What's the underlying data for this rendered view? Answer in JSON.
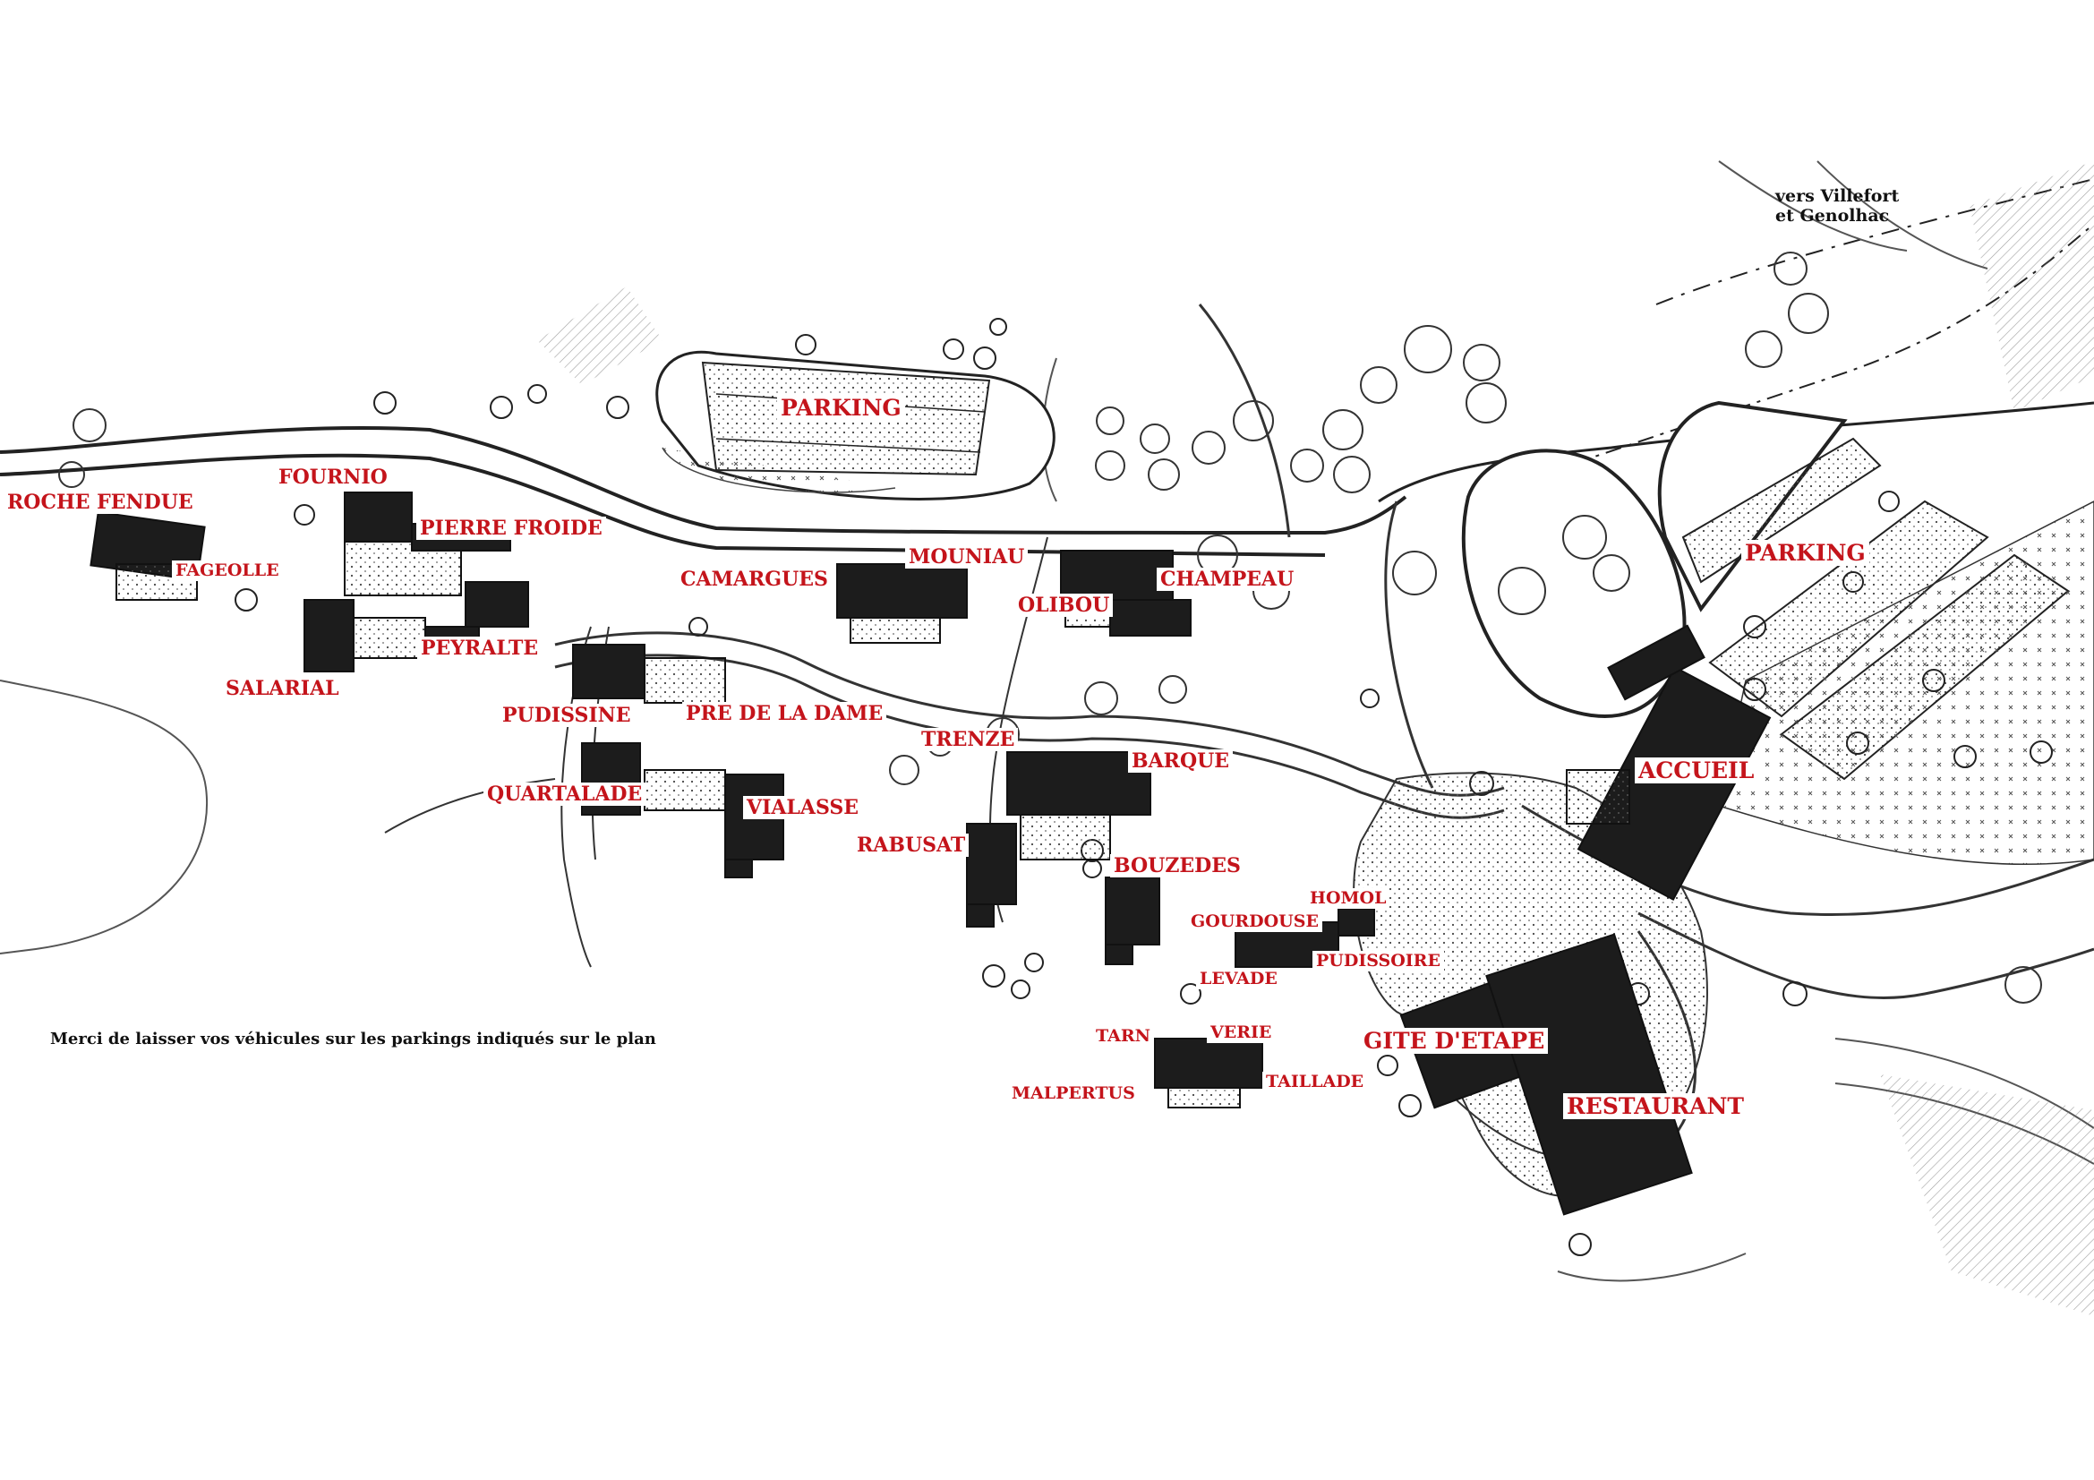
{
  "directions": {
    "line1": "vers Villefort",
    "line2": "et Genolhac"
  },
  "notice": "Merci de laisser vos véhicules sur les parkings indiqués sur le plan",
  "labels": {
    "parking_top": "PARKING",
    "parking_right": "PARKING",
    "roche_fendue": "ROCHE FENDUE",
    "fournio": "FOURNIO",
    "pierre_froide": "PIERRE FROIDE",
    "fageolle": "FAGEOLLE",
    "peyralte": "PEYRALTE",
    "salarial": "SALARIAL",
    "pudissine": "PUDISSINE",
    "pre_de_la_dame": "PRE DE LA DAME",
    "quartalade": "QUARTALADE",
    "vialasse": "VIALASSE",
    "camargues": "CAMARGUES",
    "mouniau": "MOUNIAU",
    "olibou": "OLIBOU",
    "champeau": "CHAMPEAU",
    "trenze": "TRENZE",
    "barque": "BARQUE",
    "rabusat": "RABUSAT",
    "bouzedes": "BOUZEDES",
    "homol": "HOMOL",
    "gourdouse": "GOURDOUSE",
    "pudissoire": "PUDISSOIRE",
    "levade": "LEVADE",
    "tarn": "TARN",
    "verie": "VERIE",
    "malpertus": "MALPERTUS",
    "taillade": "TAILLADE",
    "gite_detape": "GITE D'ETAPE",
    "accueil": "ACCUEIL",
    "restaurant": "RESTAURANT"
  },
  "colors": {
    "label_text": "#c4141b",
    "label_bg": "#ffffff",
    "building": "#1c1c1c",
    "line": "#222222"
  }
}
